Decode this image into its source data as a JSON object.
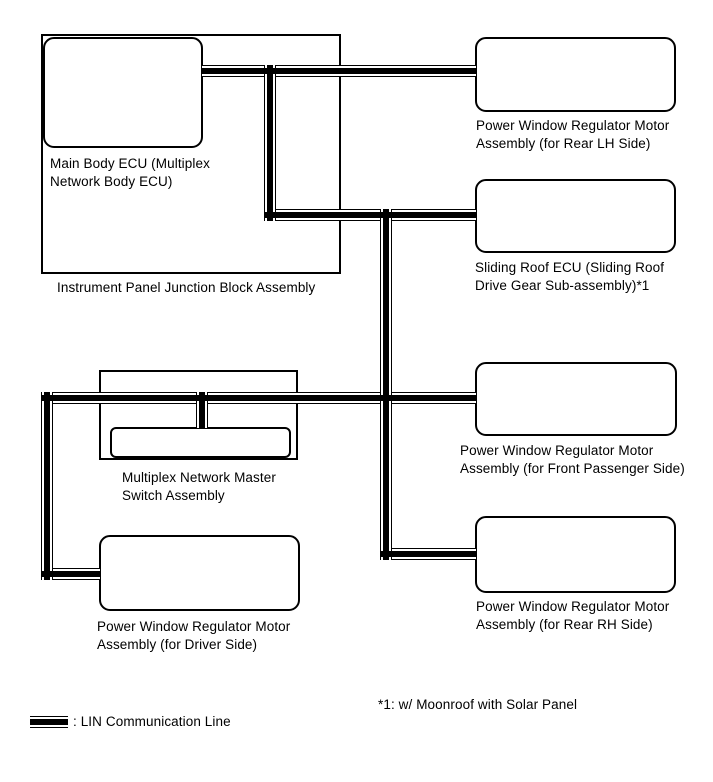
{
  "diagram": {
    "nodes": {
      "ipjb": {
        "label": "Instrument Panel Junction Block Assembly"
      },
      "main_body_ecu": {
        "label": "Main Body ECU (Multiplex\nNetwork Body ECU)"
      },
      "rear_lh": {
        "label": "Power Window Regulator Motor\nAssembly (for Rear LH Side)"
      },
      "sliding_roof": {
        "label": "Sliding Roof ECU (Sliding Roof\nDrive Gear Sub-assembly)*1"
      },
      "master_switch": {
        "label": "Multiplex Network Master\nSwitch Assembly"
      },
      "front_passenger": {
        "label": "Power Window Regulator Motor\nAssembly (for Front Passenger Side)"
      },
      "driver": {
        "label": "Power Window Regulator Motor\nAssembly (for Driver Side)"
      },
      "rear_rh": {
        "label": "Power Window Regulator Motor\nAssembly (for Rear RH Side)"
      }
    },
    "legend": {
      "symbol": "lin-communication-line",
      "label": ": LIN Communication Line"
    },
    "footnote": "*1: w/ Moonroof with Solar Panel",
    "colors": {
      "line": "#000000",
      "background": "#ffffff",
      "text": "#000000"
    }
  }
}
